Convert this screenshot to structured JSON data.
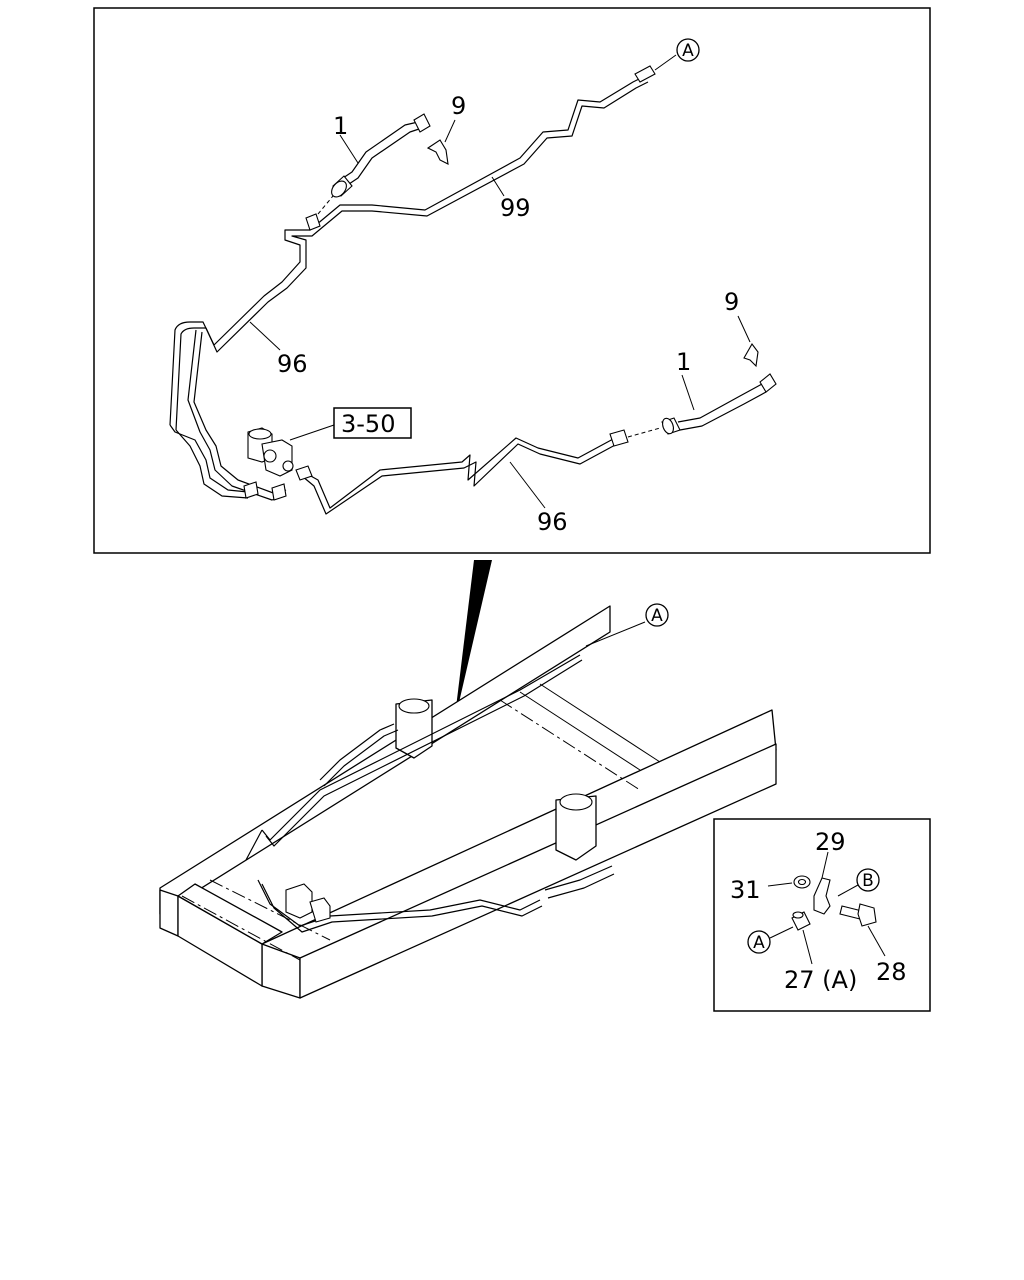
{
  "callouts_top": {
    "hose_1_upper": "1",
    "clip_9_upper": "9",
    "pipe_99": "99",
    "pipe_96_left": "96",
    "ref_box": "3-50",
    "hose_1_lower": "1",
    "clip_9_lower": "9",
    "pipe_96_lower": "96",
    "circle_a": "A"
  },
  "callouts_frame": {
    "circle_a": "A"
  },
  "callouts_inset": {
    "part_29": "29",
    "part_31": "31",
    "circle_b": "B",
    "circle_a": "A",
    "part_27a": "27 (A)",
    "part_28": "28"
  },
  "colors": {
    "line": "#000000",
    "background": "#ffffff"
  }
}
